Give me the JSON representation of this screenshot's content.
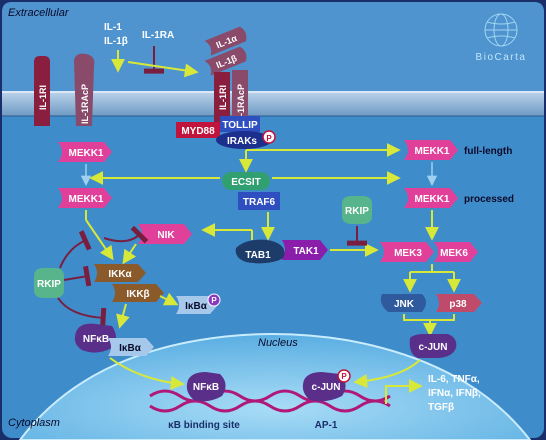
{
  "regions": {
    "extracellular": "Extracellular",
    "cytoplasm": "Cytoplasm",
    "nucleus": "Nucleus"
  },
  "logo": {
    "text": "BioCarta"
  },
  "ligands": {
    "il1": "IL-1",
    "il1b": "IL-1β",
    "il1ra": "IL-1RA",
    "il1a_bound": "IL-1α",
    "il1b_bound": "IL-1β"
  },
  "receptors": {
    "il1ri_left": "IL-1RI",
    "il1racp_left": "IL-1RAcP",
    "il1ri_right": "IL-1RI",
    "il1racp_right": "IL-1RAcP"
  },
  "proteins": {
    "myd88": "MYD88",
    "tollip": "TOLLIP",
    "iraks": "IRAKs",
    "mekk1_a": "MEKK1",
    "mekk1_b": "MEKK1",
    "mekk1_full": "MEKK1",
    "mekk1_processed": "MEKK1",
    "ecsit": "ECSIT",
    "traf6": "TRAF6",
    "nik": "NIK",
    "tab1": "TAB1",
    "tak1": "TAK1",
    "rkip_left": "RKIP",
    "rkip_mid": "RKIP",
    "ikka": "IKKα",
    "ikkb": "IKKβ",
    "ikba_free": "IκBα",
    "nfkb": "NFκB",
    "ikba_bound": "IκBα",
    "mek3": "MEK3",
    "mek6": "MEK6",
    "jnk": "JNK",
    "p38": "p38",
    "cjun": "c-JUN",
    "nfkb_nuc": "NFκB",
    "cjun_nuc": "c-JUN"
  },
  "labels": {
    "full_length": "full-length",
    "processed": "processed",
    "kb_site": "κB binding site",
    "ap1": "AP-1",
    "phospho": "P",
    "outputs_line1": "IL-6, TNFα,",
    "outputs_line2": "IFNα, IFNβ,",
    "outputs_line3": "TGFβ"
  },
  "colors": {
    "extracellular": "#4f93cf",
    "cytoplasm": "#3f8cca",
    "nucleus": "#7ec8ee",
    "membrane": "#8fb3d6",
    "mekk1": "#e0409a",
    "rkip": "#58b48a",
    "arrow": "#d8e838",
    "inhibit": "#7a1e40",
    "blue_box": "#2f4fc0",
    "myd88": "#c0143c",
    "dna": "#b01878"
  }
}
